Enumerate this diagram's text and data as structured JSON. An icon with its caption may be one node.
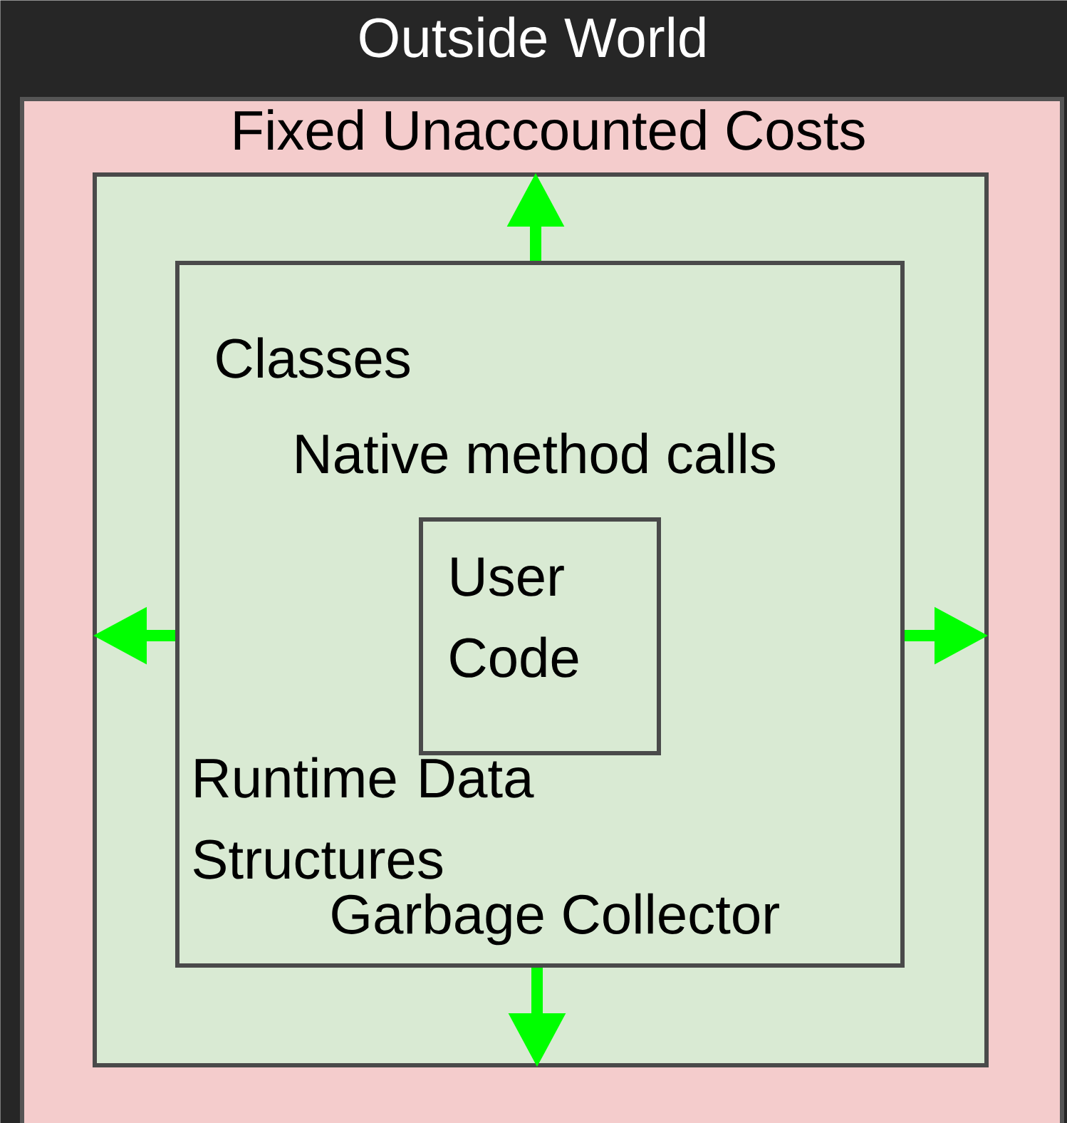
{
  "diagram": {
    "nodes": [
      {
        "text": [
          "Outside World"
        ]
      },
      {
        "text": [
          "Fixed Unaccounted Costs"
        ],
        "in": 0
      },
      {
        "text": [],
        "shape": "box",
        "in": 1
      },
      {
        "text": [
          "Classes",
          "Native method calls",
          "Runtime Data Structures",
          "Garbage Collector"
        ],
        "in": 2
      },
      {
        "text": [
          "User Code"
        ],
        "in": 3
      }
    ],
    "edges": [
      {
        "from": 3,
        "to": 2,
        "arrow": "to"
      },
      {
        "from": 3,
        "to": 2,
        "arrow": "to"
      },
      {
        "from": 3,
        "to": 2,
        "arrow": "to"
      },
      {
        "from": 3,
        "to": 2,
        "arrow": "to"
      }
    ]
  }
}
